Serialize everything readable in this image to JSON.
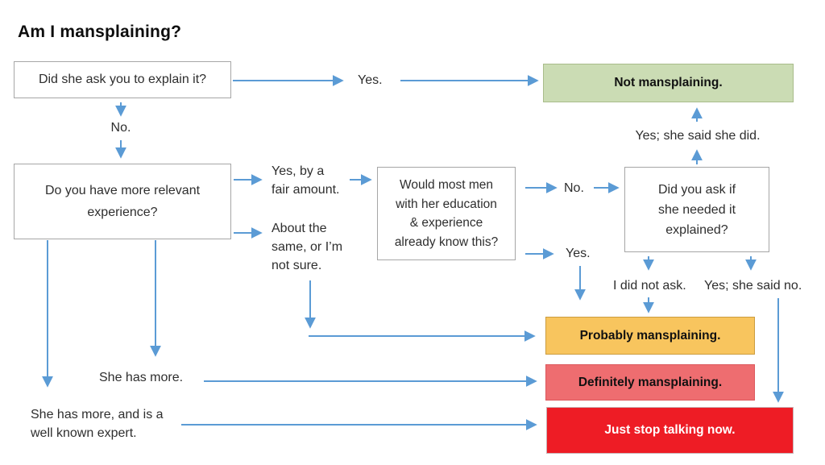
{
  "title": "Am I mansplaining?",
  "nodes": {
    "q1": "Did she ask you to explain it?",
    "q2": "Do you have more relevant\nexperience?",
    "q3": "Would most men\nwith her education\n& experience\nalready know this?",
    "q4": "Did you ask if\nshe needed it\nexplained?",
    "not_mansplaining": "Not mansplaining.",
    "probably": "Probably mansplaining.",
    "definitely": "Definitely mansplaining.",
    "stop": "Just stop talking now."
  },
  "edge_labels": {
    "yes_top": "Yes.",
    "no_top": "No.",
    "yes_fair": "Yes, by a\nfair amount.",
    "about_same": "About the\nsame, or I’m\nnot sure.",
    "no_mid": "No.",
    "yes_mid": "Yes.",
    "yes_she_did": "Yes; she said she did.",
    "i_did_not_ask": "I did not ask.",
    "yes_she_said_no": "Yes; she said no.",
    "she_has_more": "She has more.",
    "she_has_more_expert": "She has more, and is a\nwell known expert."
  },
  "colors": {
    "arrow_blue": "#5b9bd5",
    "question_border_gray": "#a6a6a6",
    "not_mansplaining_green": "#cbdcb4",
    "probably_orange": "#f8c55e",
    "definitely_pink": "#ee6d70",
    "stop_red": "#ee1c25",
    "stop_text_white": "#ffffff"
  }
}
